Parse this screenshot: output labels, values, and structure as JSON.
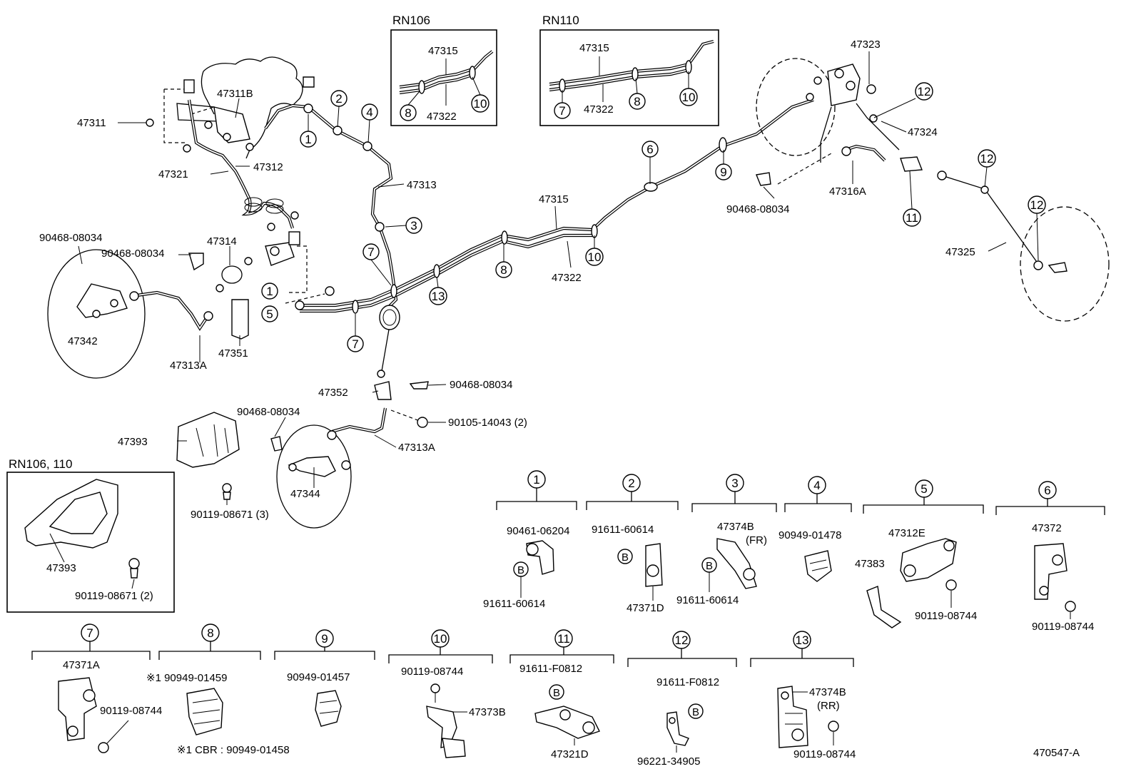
{
  "insets": {
    "rn106": "RN106",
    "rn110": "RN110",
    "rn106_110": "RN106, 110"
  },
  "labels": {
    "p47311": "47311",
    "p47311B": "47311B",
    "p47321": "47321",
    "p47312": "47312",
    "p47313": "47313",
    "p47314": "47314",
    "p90468a": "90468-08034",
    "p90468b": "90468-08034",
    "p90468c": "90468-08034",
    "p90468d": "90468-08034",
    "p90468e": "90468-08034",
    "p47342": "47342",
    "p47313A_left": "47313A",
    "p47351": "47351",
    "p47315_main": "47315",
    "p47322_main": "47322",
    "p47315_rn106": "47315",
    "p47322_rn106": "47322",
    "p47315_rn110": "47315",
    "p47322_rn110": "47322",
    "p47323": "47323",
    "p47324": "47324",
    "p47316A": "47316A",
    "p47325": "47325",
    "p47352": "47352",
    "p90105": "90105-14043 (2)",
    "p47313A_lower": "47313A",
    "p47393": "47393",
    "p47344": "47344",
    "p90119_3": "90119-08671 (3)",
    "p47393_inset": "47393",
    "p90119_2": "90119-08671 (2)",
    "drawing_no": "470547-A"
  },
  "callouts": {
    "c1": "1",
    "c2": "2",
    "c3": "3",
    "c4": "4",
    "c5": "5",
    "c6": "6",
    "c7": "7",
    "c8": "8",
    "c9": "9",
    "c10": "10",
    "c11": "11",
    "c12": "12",
    "c13": "13",
    "b": "B"
  },
  "detail": {
    "d1": {
      "no": "1",
      "a": "90461-06204",
      "b": "91611-60614"
    },
    "d2": {
      "no": "2",
      "a": "91611-60614",
      "b": "47371D"
    },
    "d3": {
      "no": "3",
      "a": "47374B",
      "a2": "(FR)",
      "b": "91611-60614"
    },
    "d4": {
      "no": "4",
      "a": "90949-01478"
    },
    "d5": {
      "no": "5",
      "a": "47312E",
      "b": "47383",
      "c": "90119-08744"
    },
    "d6": {
      "no": "6",
      "a": "47372",
      "b": "90119-08744"
    },
    "d7": {
      "no": "7",
      "a": "47371A",
      "b": "90119-08744"
    },
    "d8": {
      "no": "8",
      "a": "※1 90949-01459",
      "b": "※1 CBR : 90949-01458"
    },
    "d9": {
      "no": "9",
      "a": "90949-01457"
    },
    "d10": {
      "no": "10",
      "a": "90119-08744",
      "b": "47373B"
    },
    "d11": {
      "no": "11",
      "a": "91611-F0812",
      "b": "47321D"
    },
    "d12": {
      "no": "12",
      "a": "91611-F0812",
      "b": "96221-34905"
    },
    "d13": {
      "no": "13",
      "a": "47374B",
      "a2": "(RR)",
      "b": "90119-08744"
    }
  }
}
